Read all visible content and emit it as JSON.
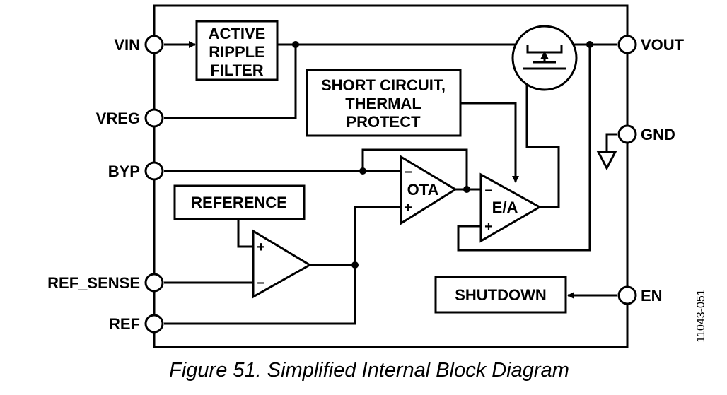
{
  "blocks": {
    "active_ripple_filter": [
      "ACTIVE",
      "RIPPLE",
      "FILTER"
    ],
    "short_circuit": [
      "SHORT CIRCUIT,",
      "THERMAL",
      "PROTECT"
    ],
    "reference": "REFERENCE",
    "shutdown": "SHUTDOWN",
    "ota": "OTA",
    "error_amp": "E/A"
  },
  "pins": {
    "vin": "VIN",
    "vreg": "VREG",
    "byp": "BYP",
    "ref_sense": "REF_SENSE",
    "ref": "REF",
    "vout": "VOUT",
    "gnd": "GND",
    "en": "EN"
  },
  "signs": {
    "plus": "+",
    "minus": "–"
  },
  "figure_id": "11043-051",
  "caption": "Figure 51. Simplified Internal Block Diagram"
}
